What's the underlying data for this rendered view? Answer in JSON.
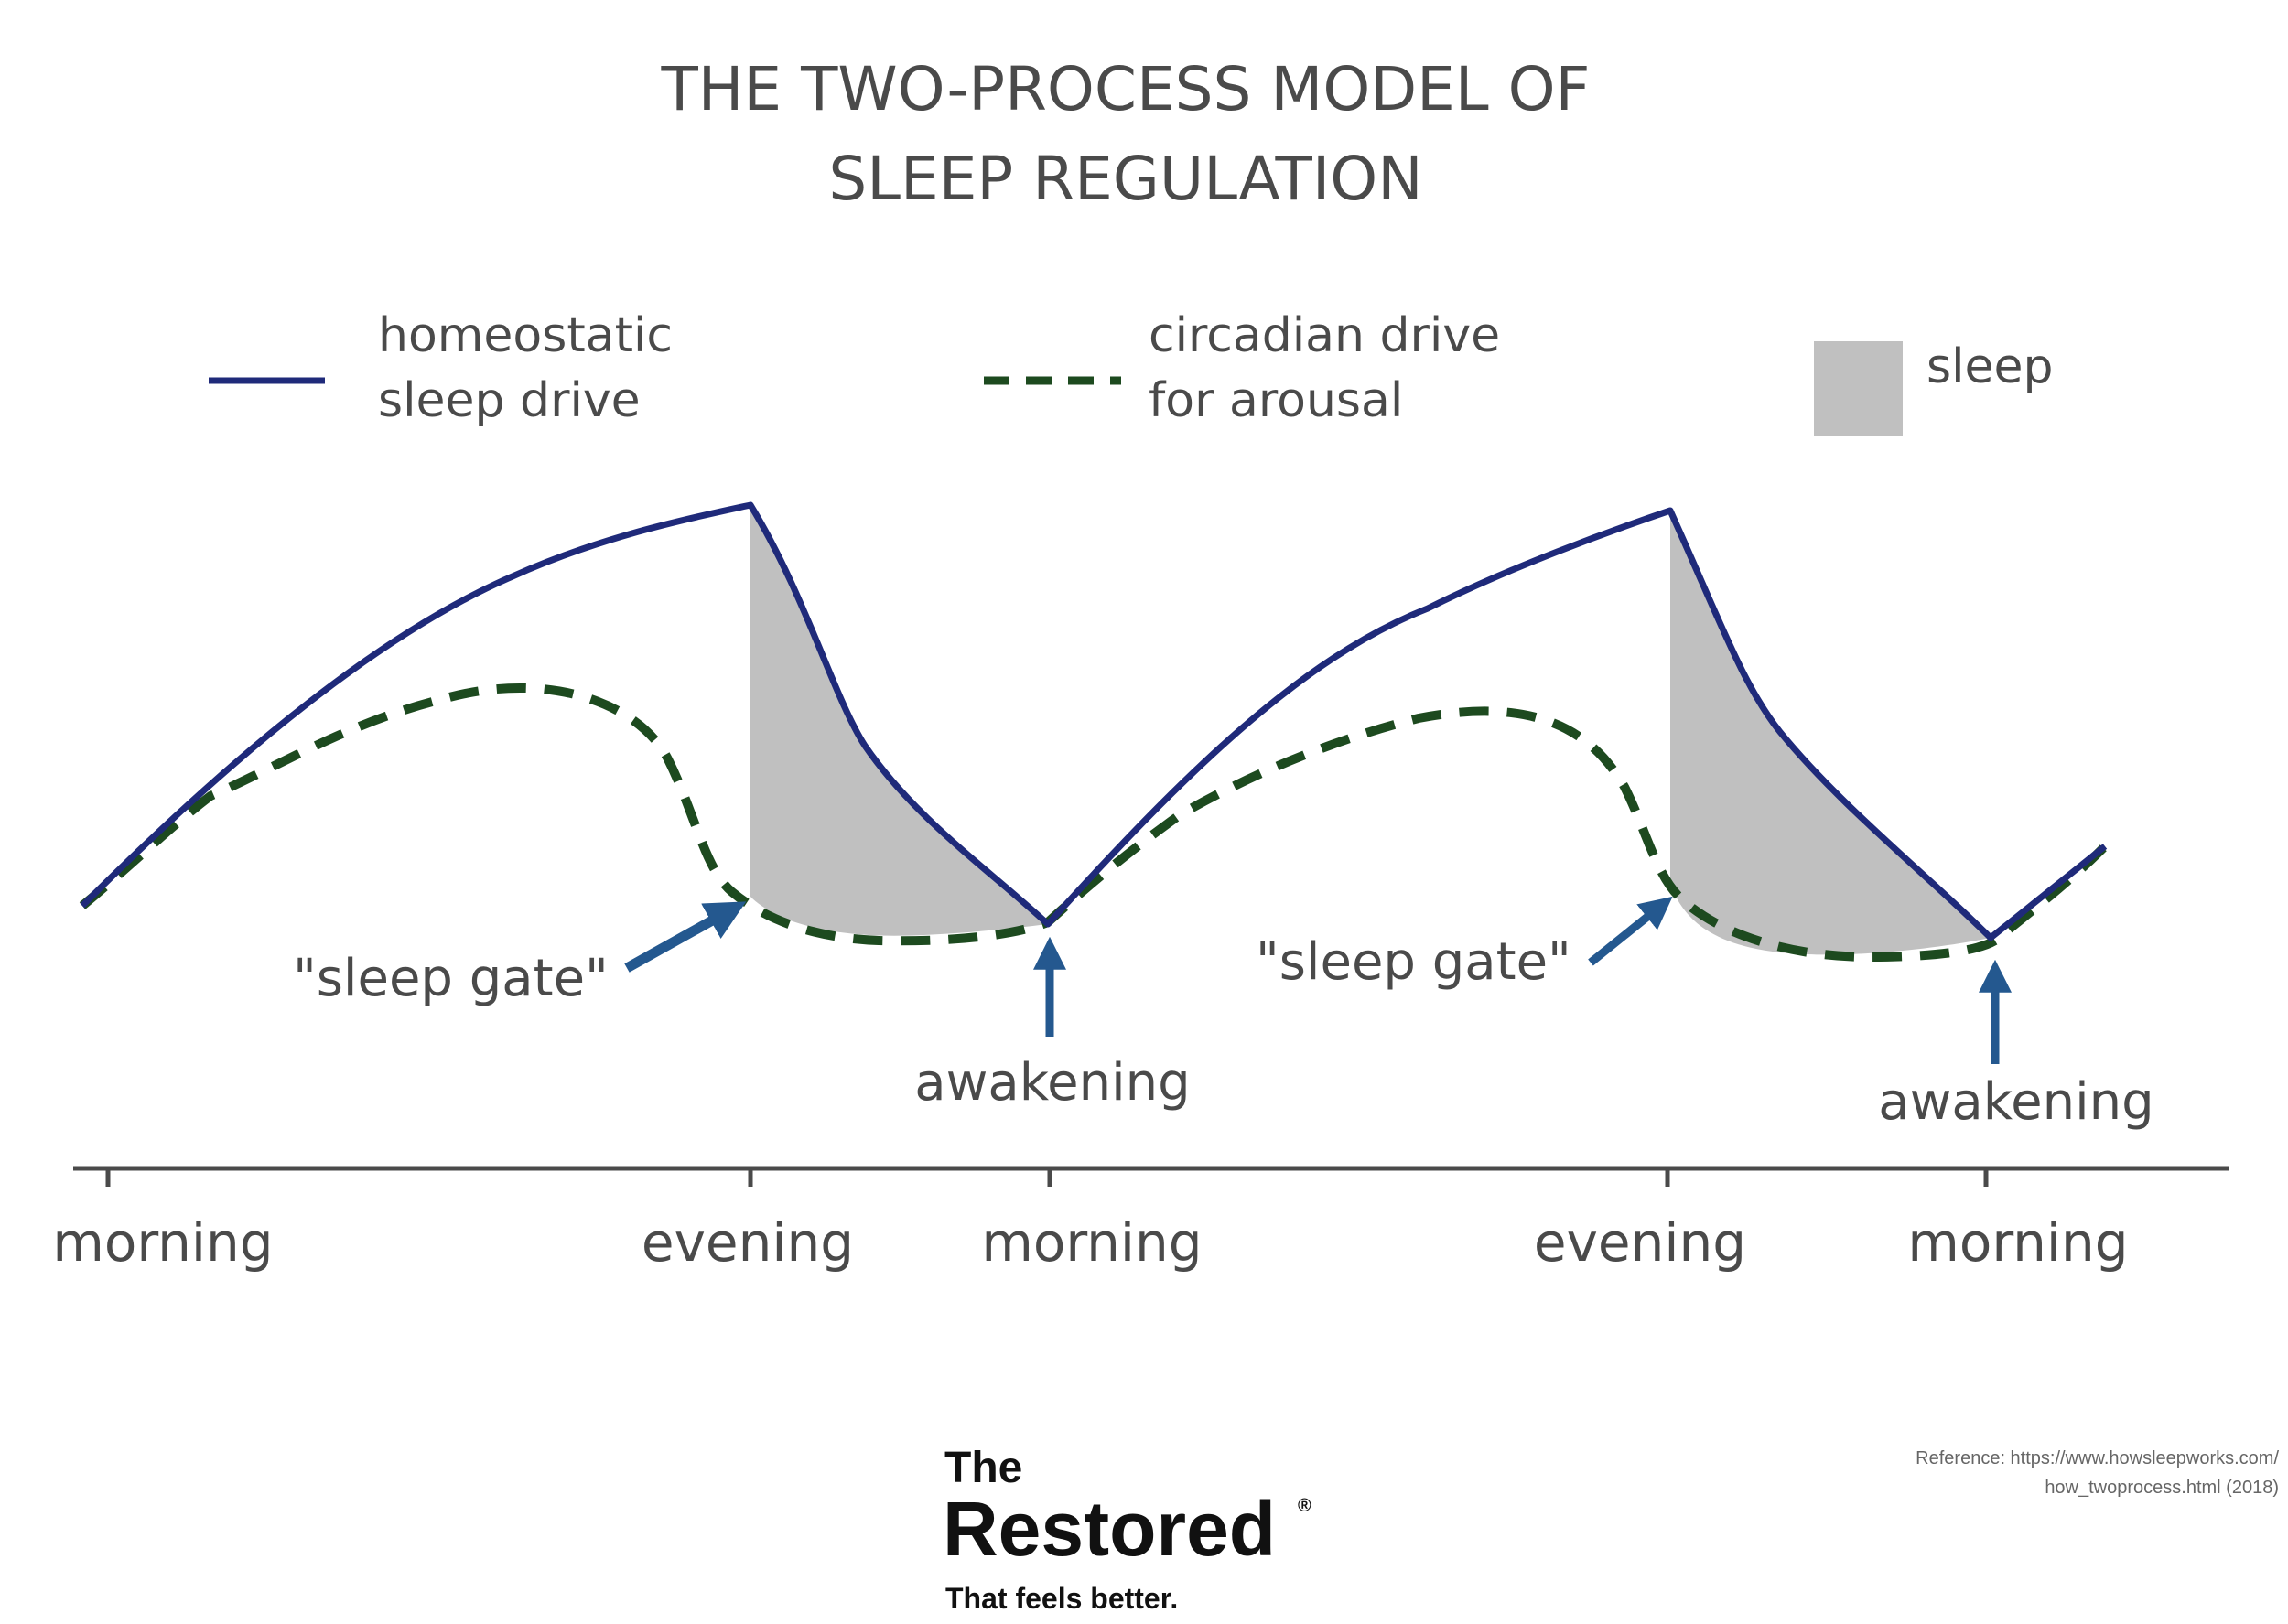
{
  "title_line1": "THE TWO-PROCESS MODEL OF",
  "title_line2": "SLEEP REGULATION",
  "legend": {
    "homeostatic_line1": "homeostatic",
    "homeostatic_line2": "sleep drive",
    "circadian_line1": "circadian drive",
    "circadian_line2": "for arousal",
    "sleep": "sleep"
  },
  "annotations": {
    "sleep_gate_1": "\"sleep gate\"",
    "sleep_gate_2": "\"sleep gate\"",
    "awakening_1": "awakening",
    "awakening_2": "awakening"
  },
  "axis": {
    "ticks": [
      "morning",
      "evening",
      "morning",
      "evening",
      "morning"
    ]
  },
  "brand": {
    "line1": "The",
    "line2": "Restored",
    "registered": "®",
    "tagline": "That feels better."
  },
  "reference": {
    "line1": "Reference: https://www.howsleepworks.com/",
    "line2": "how_twoprocess.html (2018)"
  },
  "colors": {
    "homeostatic": "#1f2a7a",
    "circadian": "#1d4a1f",
    "sleep_fill": "#c0c0c0",
    "arrow": "#24588f",
    "axis": "#4a4a4a",
    "text": "#4a4a4a"
  },
  "icons": {
    "registered": "registered-mark-icon",
    "arrows": "arrow-up-right-icon"
  }
}
